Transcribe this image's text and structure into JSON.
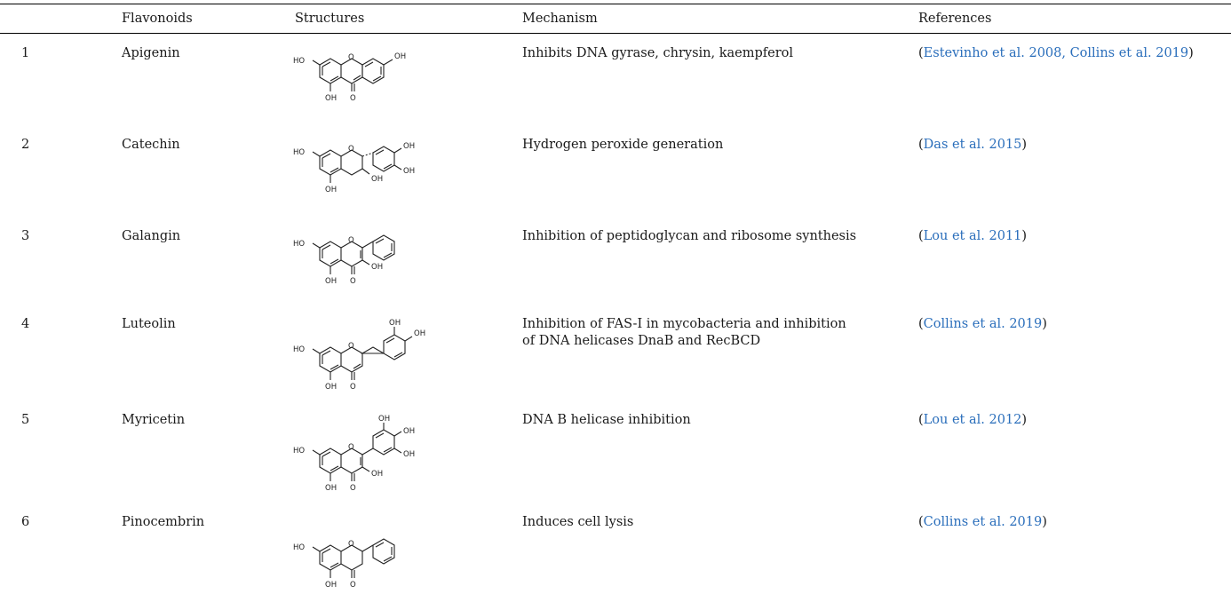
{
  "table": {
    "headers": [
      "",
      "Flavonoids",
      "Structures",
      "Mechanism",
      "References"
    ],
    "rows": [
      {
        "num": "1",
        "name": "Apigenin",
        "mechanism": "Inhibits DNA gyrase, chrysin, kaempferol",
        "ref_open": "(",
        "ref_text": "Estevinho et al. 2008, Collins et al. 2019",
        "ref_close": ")",
        "structure_icon": "apigenin-structure-icon"
      },
      {
        "num": "2",
        "name": "Catechin",
        "mechanism": "Hydrogen peroxide generation",
        "ref_open": "(",
        "ref_text": "Das et al. 2015",
        "ref_close": ")",
        "structure_icon": "catechin-structure-icon"
      },
      {
        "num": "3",
        "name": "Galangin",
        "mechanism": "Inhibition of peptidoglycan and ribosome synthesis",
        "ref_open": "(",
        "ref_text": "Lou et al. 2011",
        "ref_close": ")",
        "structure_icon": "galangin-structure-icon"
      },
      {
        "num": "4",
        "name": "Luteolin",
        "mechanism": "Inhibition of FAS-I in mycobacteria and inhibition of DNA helicases DnaB and RecBCD",
        "ref_open": "(",
        "ref_text": "Collins et al. 2019",
        "ref_close": ")",
        "structure_icon": "luteolin-structure-icon"
      },
      {
        "num": "5",
        "name": "Myricetin",
        "mechanism": "DNA B helicase inhibition",
        "ref_open": "(",
        "ref_text": "Lou et al. 2012",
        "ref_close": ")",
        "structure_icon": "myricetin-structure-icon"
      },
      {
        "num": "6",
        "name": "Pinocembrin",
        "mechanism": "Induces cell lysis",
        "ref_open": "(",
        "ref_text": "Collins et al. 2019",
        "ref_close": ")",
        "structure_icon": "pinocembrin-structure-icon"
      }
    ]
  },
  "structure_labels": {
    "oh": "OH",
    "ho": "HO",
    "o": "O"
  },
  "colors": {
    "link": "#2a6ebb",
    "text": "#1a1a1a",
    "rule": "#000000"
  }
}
